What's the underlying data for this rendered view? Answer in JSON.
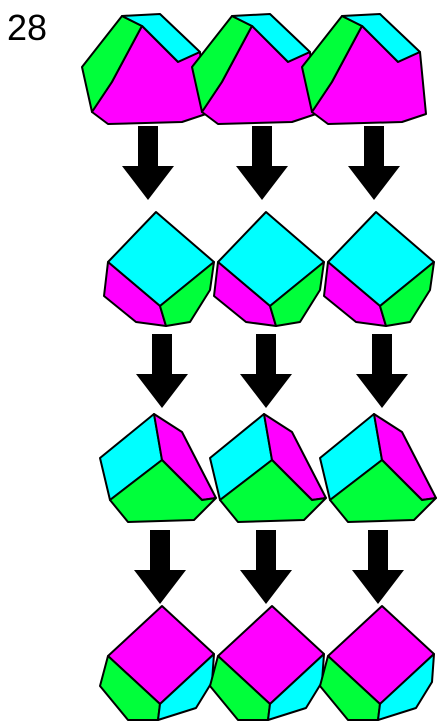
{
  "figure": {
    "number": "28",
    "colors": {
      "green": "#00ff3a",
      "cyan": "#00ffff",
      "magenta": "#ff00ff",
      "arrow": "#000000",
      "outline": "#000000"
    },
    "rows": [
      {
        "name": "row-1",
        "cube_faces": [
          "green",
          "cyan",
          "magenta"
        ]
      },
      {
        "name": "row-2",
        "cube_faces": [
          "cyan",
          "magenta",
          "green"
        ]
      },
      {
        "name": "row-3",
        "cube_faces": [
          "cyan",
          "magenta",
          "green"
        ]
      },
      {
        "name": "row-4",
        "cube_faces": [
          "magenta",
          "green",
          "cyan"
        ]
      }
    ],
    "cubes_per_row": 3,
    "arrow_rows": 3,
    "arrow_direction": "down"
  }
}
